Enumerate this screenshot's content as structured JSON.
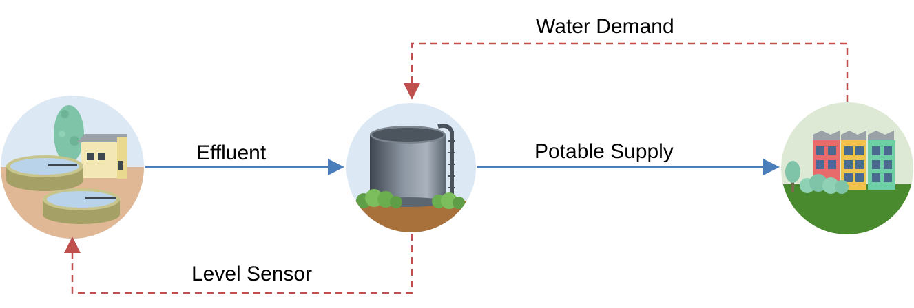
{
  "labels": {
    "water_demand": "Water Demand",
    "effluent": "Effluent",
    "potable_supply": "Potable Supply",
    "level_sensor": "Level Sensor"
  },
  "nodes": [
    {
      "id": "treatment-plant",
      "icon": "wastewater-treatment-plant-icon"
    },
    {
      "id": "storage-tank",
      "icon": "water-storage-tank-icon"
    },
    {
      "id": "town",
      "icon": "town-buildings-icon"
    }
  ],
  "colors": {
    "flow_arrow": "#4a7ebb",
    "signal_arrow": "#c0504d",
    "sky": "#dce8f3",
    "soil_treatment": "#e0b896",
    "soil_tank": "#a8703a",
    "grass": "#4a8a2e"
  }
}
